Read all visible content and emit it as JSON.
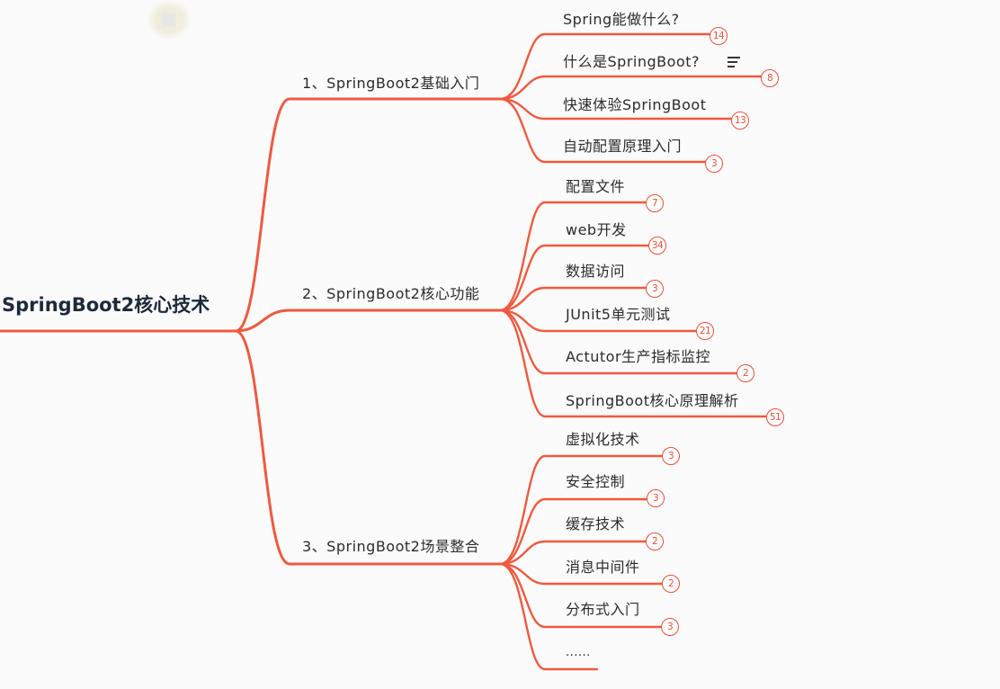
{
  "root": {
    "label": "SpringBoot2核心技术"
  },
  "branches": [
    {
      "label": "1、SpringBoot2基础入门",
      "children": [
        {
          "label": "Spring能做什么?",
          "count": "14"
        },
        {
          "label": "什么是SpringBoot?",
          "count": "8",
          "note": true
        },
        {
          "label": "快速体验SpringBoot",
          "count": "13"
        },
        {
          "label": "自动配置原理入门",
          "count": "3"
        }
      ]
    },
    {
      "label": "2、SpringBoot2核心功能",
      "children": [
        {
          "label": "配置文件",
          "count": "7"
        },
        {
          "label": "web开发",
          "count": "34"
        },
        {
          "label": "数据访问",
          "count": "3"
        },
        {
          "label": "JUnit5单元测试",
          "count": "21"
        },
        {
          "label": "Actutor生产指标监控",
          "count": "2"
        },
        {
          "label": "SpringBoot核心原理解析",
          "count": "51"
        }
      ]
    },
    {
      "label": "3、SpringBoot2场景整合",
      "children": [
        {
          "label": "虚拟化技术",
          "count": "3"
        },
        {
          "label": "安全控制",
          "count": "3"
        },
        {
          "label": "缓存技术",
          "count": "2"
        },
        {
          "label": "消息中间件",
          "count": "2"
        },
        {
          "label": "分布式入门",
          "count": "3"
        },
        {
          "label": "......",
          "count": null
        }
      ]
    }
  ],
  "colors": {
    "line": "#ee5a40",
    "badge": "#e8503a",
    "text": "#2b2b2b",
    "root_text": "#1e2a3a"
  }
}
